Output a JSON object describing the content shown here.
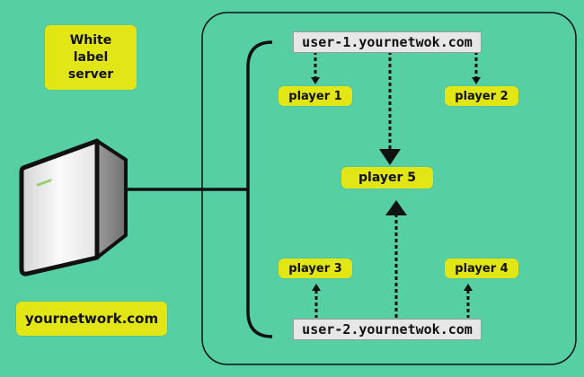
{
  "server_label": {
    "line1": "White",
    "line2": "label",
    "line3": "server"
  },
  "domain_label": "yournetwork.com",
  "users": {
    "user1": "user-1.yournetwok.com",
    "user2": "user-2.yournetwok.com"
  },
  "players": {
    "p1": "player 1",
    "p2": "player 2",
    "p3": "player 3",
    "p4": "player 4",
    "p5": "player 5"
  },
  "colors": {
    "background": "#56cfa3",
    "label_fill": "#e3e615",
    "user_box_fill": "#e7e7e7",
    "line": "#111111"
  },
  "icons": {
    "server": "server-tower-icon"
  }
}
